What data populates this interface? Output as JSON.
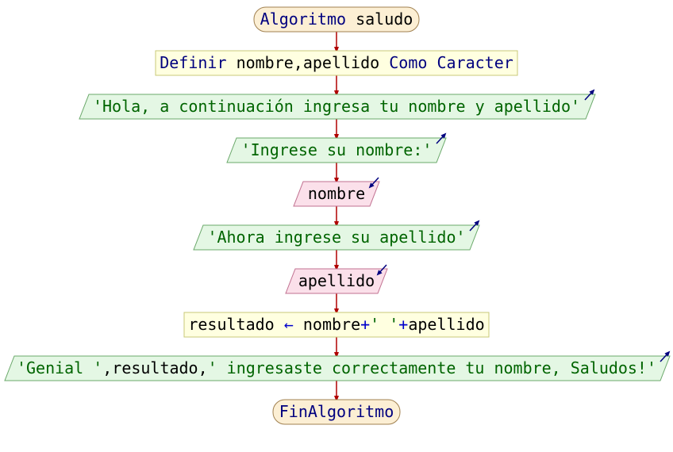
{
  "diagram": {
    "begin": {
      "keyword": "Algoritmo",
      "name": "saludo"
    },
    "define": {
      "keyword": "Definir",
      "vars": "nombre,apellido",
      "keyword2": "Como",
      "type": "Caracter"
    },
    "write1": "'Hola, a continuación ingresa tu nombre y apellido'",
    "write2": "'Ingrese su nombre:'",
    "read1": "nombre",
    "write3": "'Ahora ingrese su apellido'",
    "read2": "apellido",
    "assign": {
      "target": "resultado",
      "arrow": "←",
      "var1": "nombre",
      "plus1": "+",
      "str": "' '",
      "plus2": "+",
      "var2": "apellido"
    },
    "write4": {
      "str1": "'Genial '",
      "sep1": ",",
      "var": "resultado",
      "sep2": ",",
      "str2": "' ingresaste correctamente tu nombre, Saludos!'"
    },
    "end": {
      "keyword": "FinAlgoritmo"
    }
  },
  "colors": {
    "terminal_fill": "#fcefd4",
    "terminal_stroke": "#a08050",
    "process_fill": "#ffffe0",
    "process_stroke": "#c8c878",
    "output_fill": "#e4f7e4",
    "output_stroke": "#6aa86a",
    "input_fill": "#fbe0ea",
    "input_stroke": "#c07090",
    "arrow": "#b00000",
    "keyword": "#00007f",
    "string": "#006400"
  }
}
